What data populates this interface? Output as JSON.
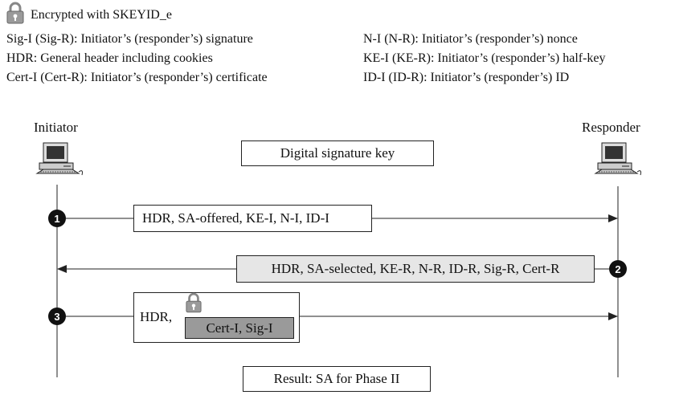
{
  "legend": {
    "encrypted_label": "Encrypted with SKEYID_e",
    "left": [
      "Sig-I (Sig-R): Initiator’s (responder’s) signature",
      "HDR: General header including cookies",
      "Cert-I (Cert-R): Initiator’s (responder’s) certificate"
    ],
    "right": [
      "N-I (N-R): Initiator’s (responder’s) nonce",
      "KE-I (KE-R): Initiator’s (responder’s) half-key",
      "ID-I (ID-R): Initiator’s (responder’s) ID"
    ]
  },
  "actors": {
    "initiator": "Initiator",
    "responder": "Responder"
  },
  "header_box": "Digital signature key",
  "messages": [
    {
      "step": "1",
      "text": "HDR, SA-offered, KE-I, N-I, ID-I",
      "direction": "right"
    },
    {
      "step": "2",
      "text": "HDR, SA-selected, KE-R, N-R, ID-R, Sig-R, Cert-R",
      "direction": "left"
    },
    {
      "step": "3",
      "prefix": "HDR,",
      "encrypted": "Cert-I, Sig-I",
      "direction": "right"
    }
  ],
  "result_box": "Result: SA for Phase II",
  "icons": [
    "lock-icon",
    "computer-icon"
  ]
}
